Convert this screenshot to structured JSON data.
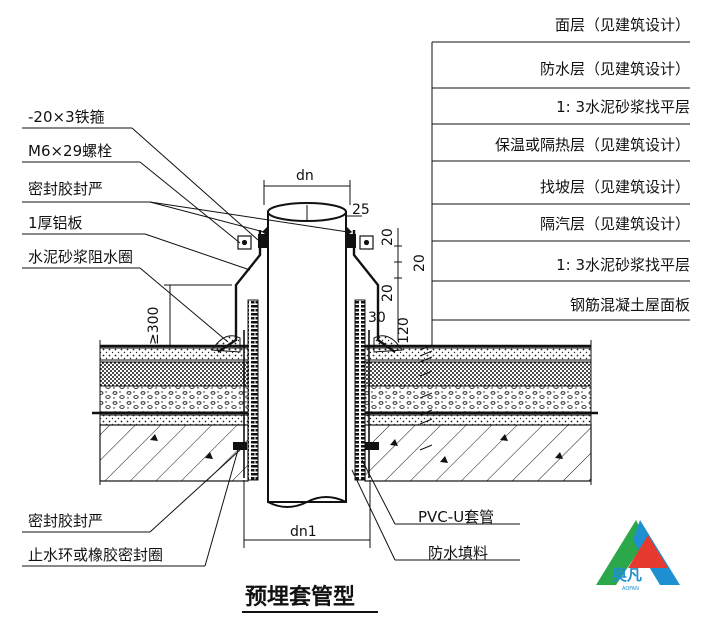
{
  "title": "预埋套管型",
  "labels_right": [
    "面层（见建筑设计）",
    "防水层（见建筑设计）",
    "1:  3水泥砂浆找平层",
    "保温或隔热层（见建筑设计）",
    "找坡层（见建筑设计）",
    "隔汽层（见建筑设计）",
    "1:  3水泥砂浆找平层",
    "钢筋混凝土屋面板"
  ],
  "labels_left": [
    "-20×3铁箍",
    "M6×29螺栓",
    "密封胶封严",
    "1厚铝板",
    "水泥砂浆阻水圈"
  ],
  "labels_bottom_left": [
    "密封胶封严",
    "止水环或橡胶密封圈"
  ],
  "labels_bottom_right": [
    "PVC-U套管",
    "防水填料"
  ],
  "dimensions": {
    "dn": "dn",
    "dn1": "dn1",
    "d25": "25",
    "d300": "≥300",
    "d30": "30",
    "d20a": "20",
    "d20b": "20",
    "d20c": "20",
    "d120": "120"
  },
  "logo": {
    "text": "奥凡",
    "sub": "AOFAN"
  }
}
